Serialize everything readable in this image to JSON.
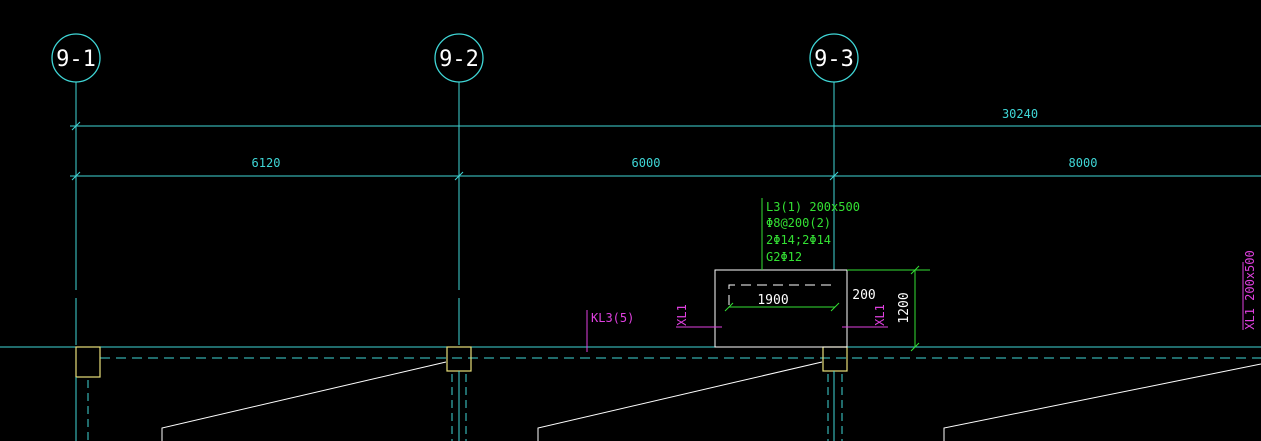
{
  "colors": {
    "background": "#000000",
    "axis": "#3fd6d6",
    "dimension": "#3fd6d6",
    "beam_annotation": "#33e033",
    "link_beam": "#e040e0",
    "column": "#e8e07a",
    "white": "#ffffff"
  },
  "axes": [
    {
      "label": "9-1"
    },
    {
      "label": "9-2"
    },
    {
      "label": "9-3"
    }
  ],
  "dimensions": {
    "total": "30240",
    "spans": [
      "6120",
      "6000",
      "8000"
    ]
  },
  "beam_note": {
    "line1": "L3(1) 200x500",
    "line2": "Φ8@200(2)",
    "line3": "2Φ14;2Φ14",
    "line4": "G2Φ12"
  },
  "labels": {
    "kl3": "KL3(5)",
    "xl1_left": "XL1",
    "xl1_right": "XL1",
    "xl1_edge": "XL1 200x500",
    "dim_1900": "1900",
    "dim_200": "200",
    "dim_1200": "1200"
  }
}
